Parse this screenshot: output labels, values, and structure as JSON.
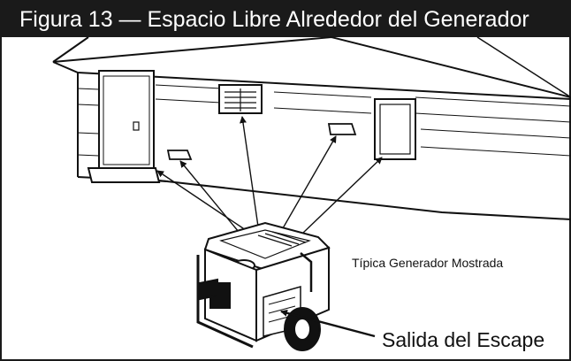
{
  "figure": {
    "title": "Figura 13 — Espacio Libre Alrededor del Generador",
    "label_generator": "Típica Generador Mostrada",
    "label_exhaust": "Salida del Escape"
  },
  "colors": {
    "title_bar": "#1a1a1a",
    "title_text": "#ffffff",
    "line_art": "#111111",
    "background": "#ffffff"
  },
  "icons": [
    "door-icon",
    "window-icon",
    "vent-icon",
    "generator-icon",
    "arrow-icon"
  ]
}
